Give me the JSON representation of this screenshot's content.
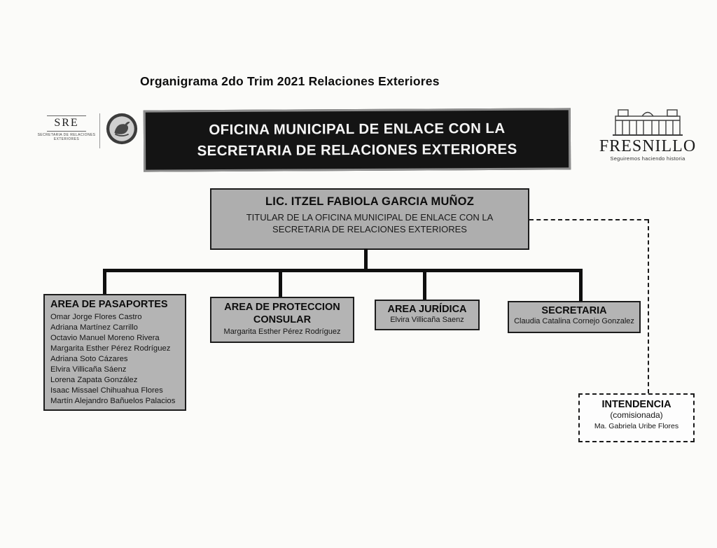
{
  "page": {
    "title": "Organigrama 2do Trim 2021 Relaciones Exteriores"
  },
  "logos": {
    "sre": {
      "acronym": "SRE",
      "caption": "SECRETARIA DE RELACIONES EXTERIORES"
    },
    "fresnillo": {
      "name": "FRESNILLO",
      "tagline": "Seguiremos haciendo historia"
    }
  },
  "header_box": {
    "line1": "OFICINA MUNICIPAL DE ENLACE CON LA",
    "line2": "SECRETARIA DE RELACIONES EXTERIORES"
  },
  "director_box": {
    "name": "LIC. ITZEL FABIOLA GARCIA MUÑOZ",
    "subtitle_line1": "TITULAR DE LA OFICINA MUNICIPAL DE ENLACE CON LA",
    "subtitle_line2": "SECRETARIA DE RELACIONES EXTERIORES"
  },
  "departments": [
    {
      "id": "area-de-pasaportes",
      "title": "AREA DE PASAPORTES",
      "members": [
        "Omar Jorge Flores Castro",
        "Adriana Martínez Carrillo",
        "Octavio Manuel Moreno Rivera",
        "Margarita Esther Pérez Rodríguez",
        "Adriana Soto Cázares",
        "Elvira Villicaña Sáenz",
        "Lorena Zapata González",
        "Isaac Missael Chihuahua Flores",
        "Martín Alejandro Bañuelos Palacios"
      ]
    },
    {
      "id": "area-de-proteccion-consular",
      "title": "AREA DE PROTECCION CONSULAR",
      "members": [
        "Margarita Esther Pérez Rodríguez"
      ]
    },
    {
      "id": "area-juridica",
      "title": "AREA JURÍDICA",
      "members": [
        "Elvira Villicaña Saenz"
      ]
    },
    {
      "id": "secretaria",
      "title": "SECRETARIA",
      "members": [
        "Claudia Catalina Cornejo Gonzalez"
      ]
    }
  ],
  "intendencia": {
    "title": "INTENDENCIA",
    "subtitle": "(comisionada)",
    "member": "Ma. Gabriela Uribe Flores"
  },
  "colors": {
    "box_fill": "#b4b4b4",
    "header_bg": "#141414",
    "line_color": "#0f0f0f"
  }
}
